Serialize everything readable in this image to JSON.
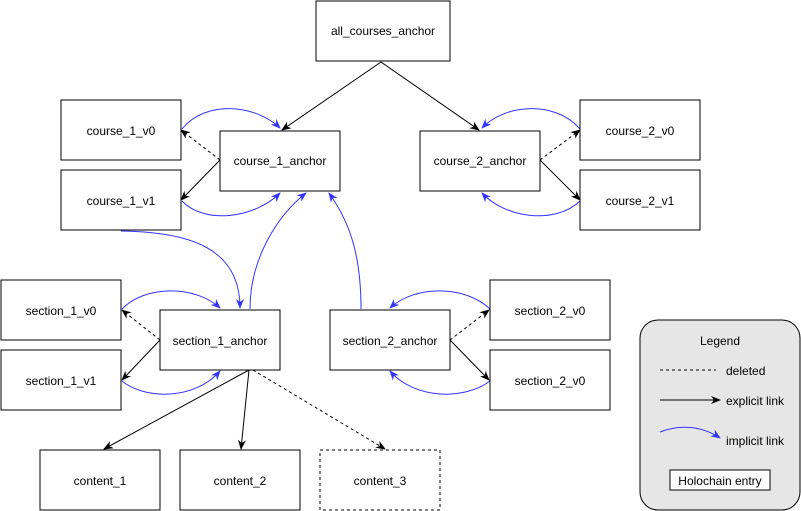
{
  "colors": {
    "explicit": "#000000",
    "implicit": "#3333ff",
    "box_border": "#000000",
    "legend_bg": "#e6e6e6"
  },
  "nodes": {
    "all_courses_anchor": {
      "label": "all_courses_anchor",
      "deleted": false
    },
    "course_1_v0": {
      "label": "course_1_v0",
      "deleted": false
    },
    "course_1_anchor": {
      "label": "course_1_anchor",
      "deleted": false
    },
    "course_1_v1": {
      "label": "course_1_v1",
      "deleted": false
    },
    "course_2_anchor": {
      "label": "course_2_anchor",
      "deleted": false
    },
    "course_2_v0": {
      "label": "course_2_v0",
      "deleted": false
    },
    "course_2_v1": {
      "label": "course_2_v1",
      "deleted": false
    },
    "section_1_v0": {
      "label": "section_1_v0",
      "deleted": false
    },
    "section_1_anchor": {
      "label": "section_1_anchor",
      "deleted": false
    },
    "section_1_v1": {
      "label": "section_1_v1",
      "deleted": false
    },
    "section_2_anchor": {
      "label": "section_2_anchor",
      "deleted": false
    },
    "section_2_v0_top": {
      "label": "section_2_v0",
      "deleted": false
    },
    "section_2_v0_bottom": {
      "label": "section_2_v0",
      "deleted": false
    },
    "content_1": {
      "label": "content_1",
      "deleted": false
    },
    "content_2": {
      "label": "content_2",
      "deleted": false
    },
    "content_3": {
      "label": "content_3",
      "deleted": true
    }
  },
  "edges": [
    {
      "from": "all_courses_anchor",
      "to": "course_1_anchor",
      "type": "explicit"
    },
    {
      "from": "all_courses_anchor",
      "to": "course_2_anchor",
      "type": "explicit"
    },
    {
      "from": "course_1_anchor",
      "to": "course_1_v0",
      "type": "deleted"
    },
    {
      "from": "course_1_anchor",
      "to": "course_1_v1",
      "type": "explicit"
    },
    {
      "from": "course_2_anchor",
      "to": "course_2_v0",
      "type": "deleted"
    },
    {
      "from": "course_2_anchor",
      "to": "course_2_v1",
      "type": "explicit"
    },
    {
      "from": "course_1_v0",
      "to": "course_1_anchor",
      "type": "implicit"
    },
    {
      "from": "course_1_v1",
      "to": "course_1_anchor",
      "type": "implicit"
    },
    {
      "from": "course_2_v0",
      "to": "course_2_anchor",
      "type": "implicit"
    },
    {
      "from": "course_2_v1",
      "to": "course_2_anchor",
      "type": "implicit"
    },
    {
      "from": "course_1_v1",
      "to": "section_1_anchor",
      "type": "implicit"
    },
    {
      "from": "section_1_anchor",
      "to": "course_1_anchor",
      "type": "implicit"
    },
    {
      "from": "section_2_anchor",
      "to": "course_1_anchor",
      "type": "implicit"
    },
    {
      "from": "section_1_anchor",
      "to": "section_1_v0",
      "type": "deleted"
    },
    {
      "from": "section_1_anchor",
      "to": "section_1_v1",
      "type": "explicit"
    },
    {
      "from": "section_1_v0",
      "to": "section_1_anchor",
      "type": "implicit"
    },
    {
      "from": "section_1_v1",
      "to": "section_1_anchor",
      "type": "implicit"
    },
    {
      "from": "section_2_anchor",
      "to": "section_2_v0_top",
      "type": "deleted"
    },
    {
      "from": "section_2_anchor",
      "to": "section_2_v0_bottom",
      "type": "explicit"
    },
    {
      "from": "section_2_v0_top",
      "to": "section_2_anchor",
      "type": "implicit"
    },
    {
      "from": "section_2_v0_bottom",
      "to": "section_2_anchor",
      "type": "implicit"
    },
    {
      "from": "section_1_anchor",
      "to": "content_1",
      "type": "explicit"
    },
    {
      "from": "section_1_anchor",
      "to": "content_2",
      "type": "explicit"
    },
    {
      "from": "section_1_anchor",
      "to": "content_3",
      "type": "deleted"
    }
  ],
  "legend": {
    "title": "Legend",
    "deleted": "deleted",
    "explicit": "explicit link",
    "implicit": "implicit link",
    "entry": "Holochain entry"
  }
}
